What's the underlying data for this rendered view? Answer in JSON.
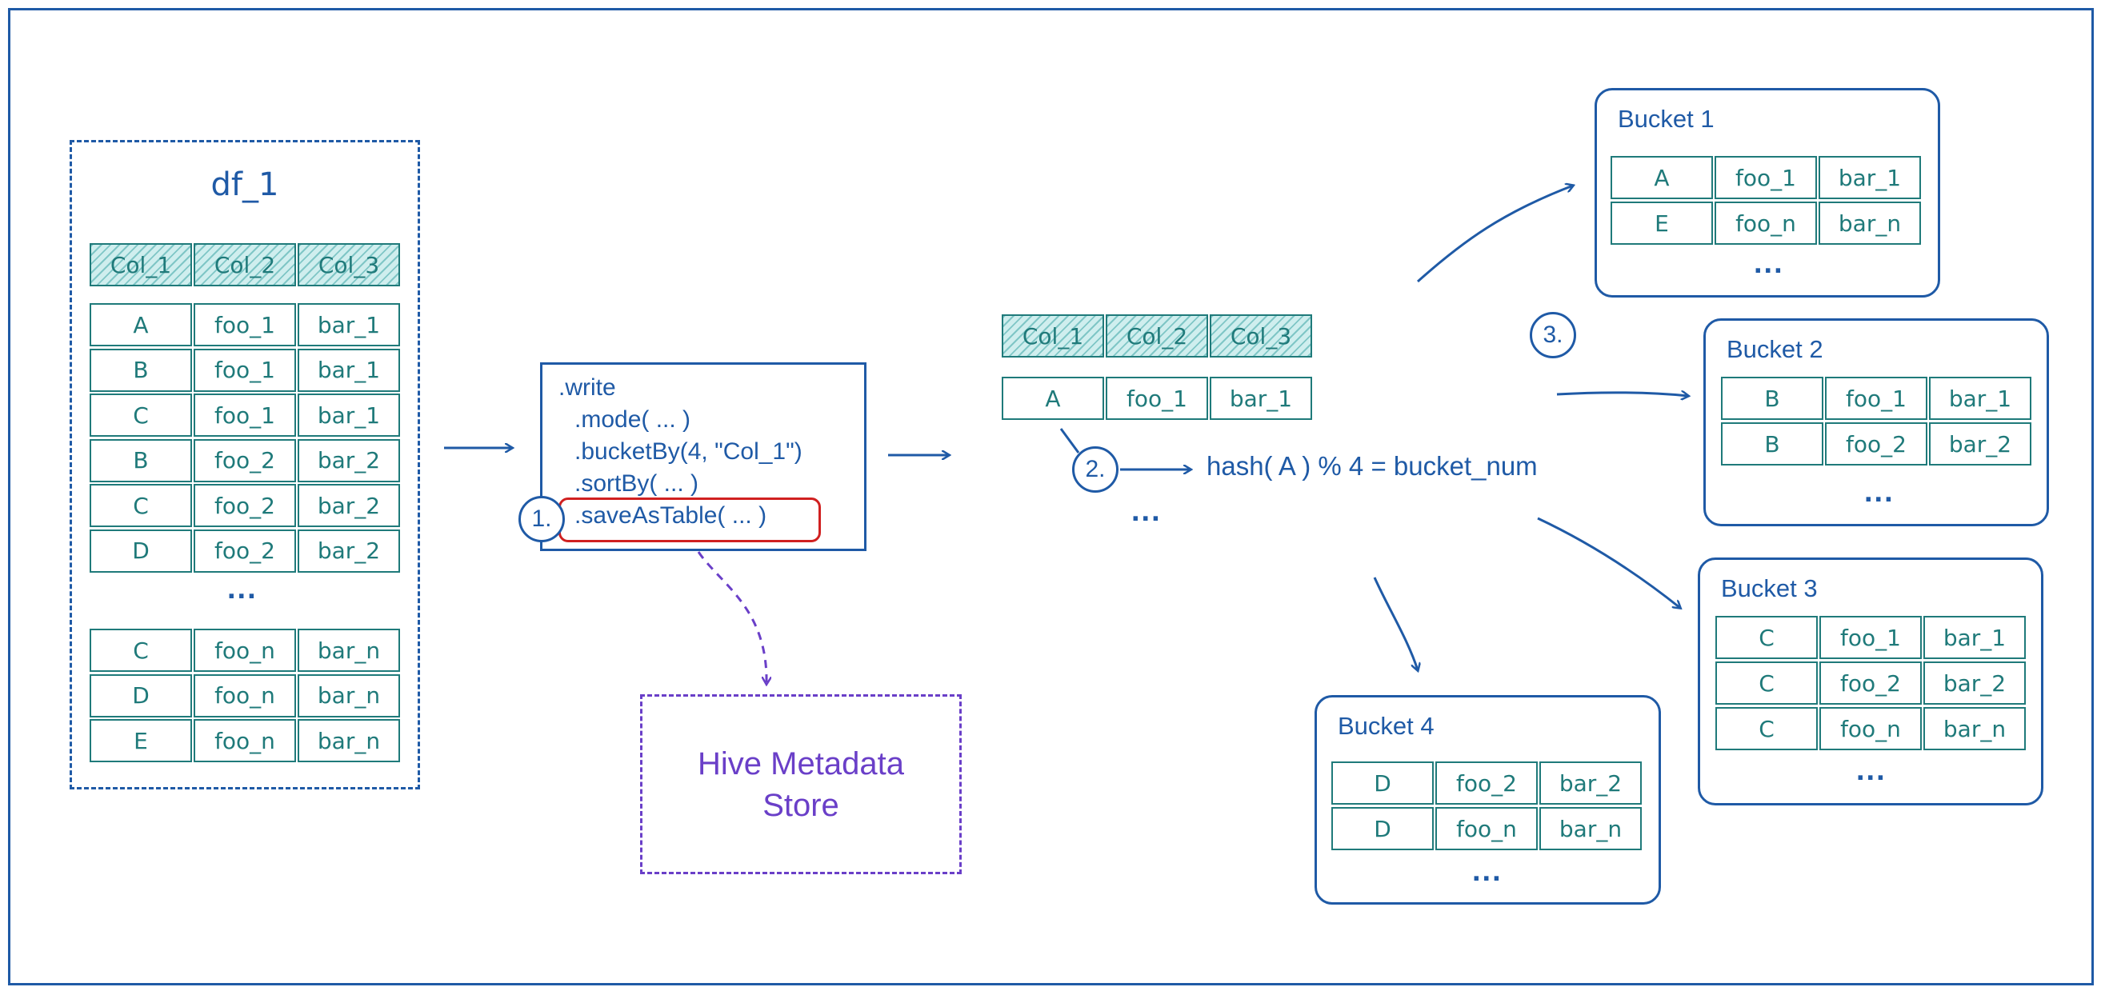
{
  "df_title": "df_1",
  "columns": [
    "Col_1",
    "Col_2",
    "Col_3"
  ],
  "df_rows_top": [
    [
      "A",
      "foo_1",
      "bar_1"
    ],
    [
      "B",
      "foo_1",
      "bar_1"
    ],
    [
      "C",
      "foo_1",
      "bar_1"
    ],
    [
      "B",
      "foo_2",
      "bar_2"
    ],
    [
      "C",
      "foo_2",
      "bar_2"
    ],
    [
      "D",
      "foo_2",
      "bar_2"
    ]
  ],
  "df_rows_bottom": [
    [
      "C",
      "foo_n",
      "bar_n"
    ],
    [
      "D",
      "foo_n",
      "bar_n"
    ],
    [
      "E",
      "foo_n",
      "bar_n"
    ]
  ],
  "ellipsis": "...",
  "code_lines": [
    ".write",
    ".mode( ... )",
    ".bucketBy(4, \"Col_1\")",
    ".sortBy( ... )",
    ".saveAsTable( ... )"
  ],
  "steps": [
    "1.",
    "2.",
    "3."
  ],
  "hive_lines": [
    "Hive Metadata",
    "Store"
  ],
  "sample_row": [
    "A",
    "foo_1",
    "bar_1"
  ],
  "hash_formula": "hash( A ) % 4 = bucket_num",
  "buckets": [
    {
      "title": "Bucket 1",
      "rows": [
        [
          "A",
          "foo_1",
          "bar_1"
        ],
        [
          "E",
          "foo_n",
          "bar_n"
        ]
      ]
    },
    {
      "title": "Bucket 2",
      "rows": [
        [
          "B",
          "foo_1",
          "bar_1"
        ],
        [
          "B",
          "foo_2",
          "bar_2"
        ]
      ]
    },
    {
      "title": "Bucket 3",
      "rows": [
        [
          "C",
          "foo_1",
          "bar_1"
        ],
        [
          "C",
          "foo_2",
          "bar_2"
        ],
        [
          "C",
          "foo_n",
          "bar_n"
        ]
      ]
    },
    {
      "title": "Bucket 4",
      "rows": [
        [
          "D",
          "foo_2",
          "bar_2"
        ],
        [
          "D",
          "foo_n",
          "bar_n"
        ]
      ]
    }
  ],
  "colors": {
    "blue": "#1f5aa6",
    "teal": "#1f7a7a",
    "red": "#d02020",
    "purple": "#6a3fc8"
  }
}
